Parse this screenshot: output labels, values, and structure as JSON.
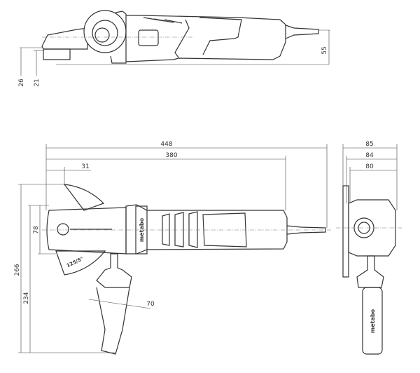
{
  "title": "Angle grinder dimension drawing",
  "dimensions": {
    "top_view": {
      "height_total": "55",
      "offset_a": "26",
      "offset_b": "21"
    },
    "front_view": {
      "overall_length": "448",
      "body_length": "380",
      "guard_offset": "31",
      "total_height": "266",
      "handle_height": "234",
      "head_height": "78",
      "handle_width": "70"
    },
    "side_view": {
      "width_a": "85",
      "width_b": "84",
      "width_c": "80"
    }
  },
  "labels": {
    "brand_logo": "metabo",
    "guard_marking": "125/5\""
  }
}
